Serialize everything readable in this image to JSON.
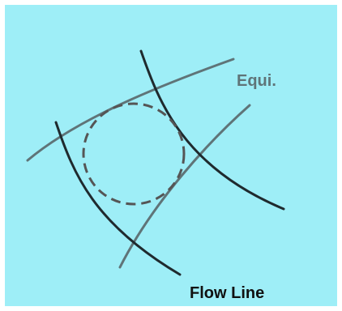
{
  "diagram": {
    "labels": {
      "equipotential": "Equi.",
      "flow_line": "Flow Line"
    },
    "colors": {
      "background": "#9eeef7",
      "flow_lines": "#1f2a2e",
      "equipotential_lines": "#5f7478",
      "circle": "#555555",
      "equi_label": "#5f7478",
      "flow_label": "#111111"
    },
    "elements": {
      "flow_lines": 2,
      "equipotential_lines": 2,
      "inscribed_circle": "dashed"
    }
  }
}
